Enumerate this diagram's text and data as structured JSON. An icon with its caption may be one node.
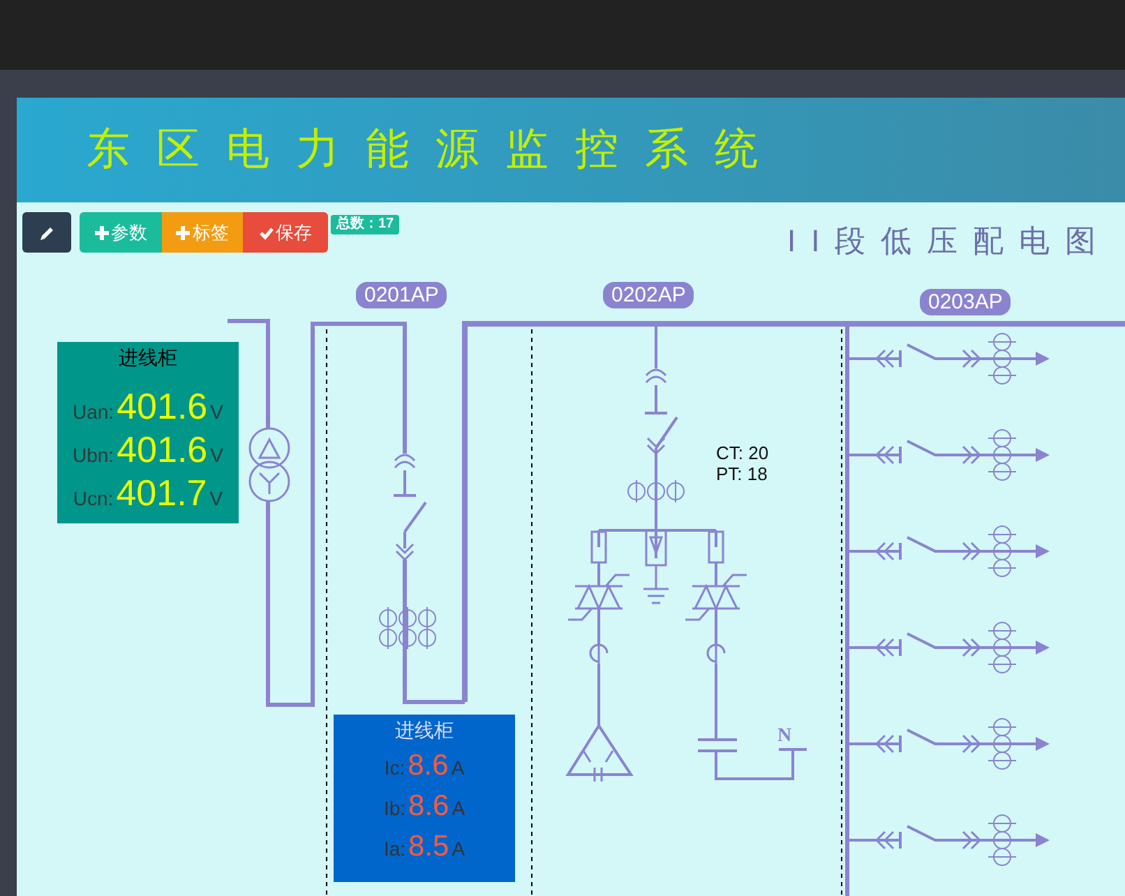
{
  "diagram": {
    "title": "东区电力能源监控系统",
    "nodes": [
      {
        "text": [
          "进线柜",
          "Uan:",
          "401.6",
          "V",
          "Ubn:",
          "401.6",
          "V",
          "Ucn:",
          "401.7",
          "V"
        ]
      },
      {
        "text": [
          "进线柜",
          "Ic:",
          "8.6",
          "A",
          "Ib:",
          "8.6",
          "A",
          "Ia:",
          "8.5",
          "A"
        ]
      },
      {
        "text": [
          "0201AP"
        ]
      },
      {
        "text": [
          "0202AP"
        ]
      },
      {
        "text": [
          "0203AP"
        ]
      }
    ],
    "labels": [
      "参数",
      "标签",
      "保存",
      "总数：17",
      "II段低压配电图",
      "CT: 20",
      "PT: 18",
      "N"
    ]
  }
}
